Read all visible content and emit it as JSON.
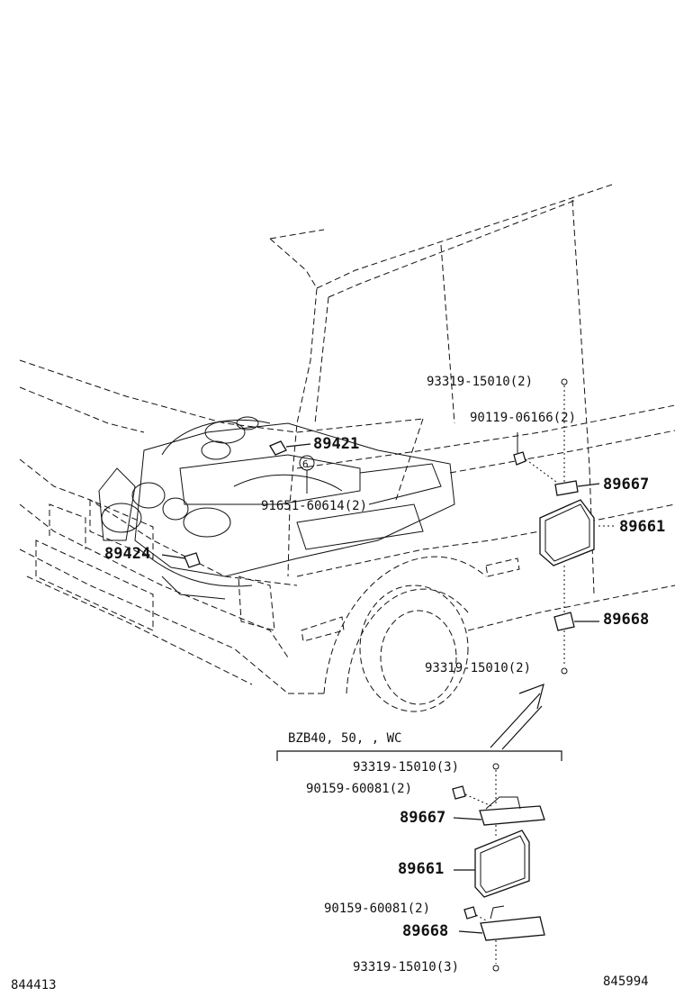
{
  "labels": {
    "p89421": "89421",
    "p91651": "91651-60614(2)",
    "p89424": "89424",
    "p93319_top": "93319-15010(2)",
    "p90119": "90119-06166(2)",
    "p89667": "89667",
    "p89661": "89661",
    "p89668": "89668",
    "p93319_bot": "93319-15010(2)",
    "circle_mark": "6"
  },
  "variant": {
    "title": "BZB40, 50, , WC",
    "p93319_a": "93319-15010(3)",
    "p90159_a": "90159-60081(2)",
    "p89667": "89667",
    "p89661": "89661",
    "p90159_b": "90159-60081(2)",
    "p89668": "89668",
    "p93319_b": "93319-15010(3)"
  },
  "footer": {
    "left_code": "844413",
    "right_code": "845994"
  }
}
